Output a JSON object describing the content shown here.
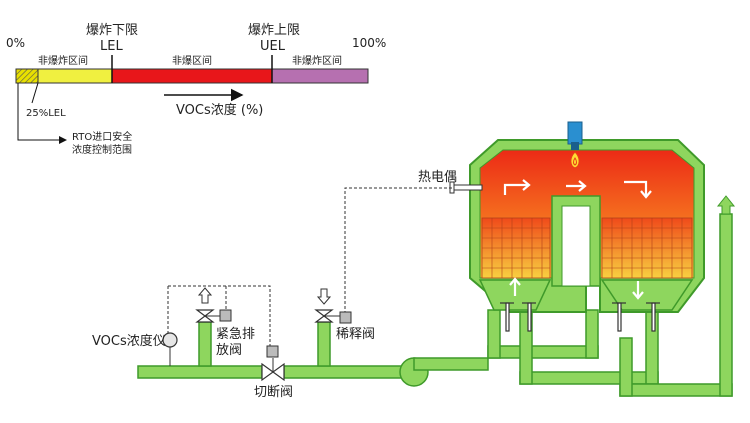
{
  "scale": {
    "pct_start": "0%",
    "pct_end": "100%",
    "lel_title": "爆炸下限",
    "lel_code": "LEL",
    "uel_title": "爆炸上限",
    "uel_code": "UEL",
    "zone_left": "非爆炸区间",
    "zone_mid": "非爆区间",
    "zone_right": "非爆炸区间",
    "lel25": "25%LEL",
    "rto_line1": "RTO进口安全",
    "rto_line2": "浓度控制范围",
    "axis_label": "VOCs浓度 (%)",
    "colors": {
      "hatch": "#e8e000",
      "low": "#f0f040",
      "mid": "#e8161a",
      "high": "#b670b0"
    }
  },
  "process": {
    "thermocouple": "热电偶",
    "emergency_valve_line1": "紧急排",
    "emergency_valve_line2": "放阀",
    "dilution_valve": "稀释阀",
    "vocs_meter": "VOCs浓度仪",
    "shutoff_valve": "切断阀",
    "colors": {
      "pipe": "#8ed65e",
      "pipe_edge": "#3f9a2a",
      "chamber_hot": "#ea3a18",
      "chamber_warm": "#f7c43a",
      "burner": "#2a8fd0"
    }
  }
}
